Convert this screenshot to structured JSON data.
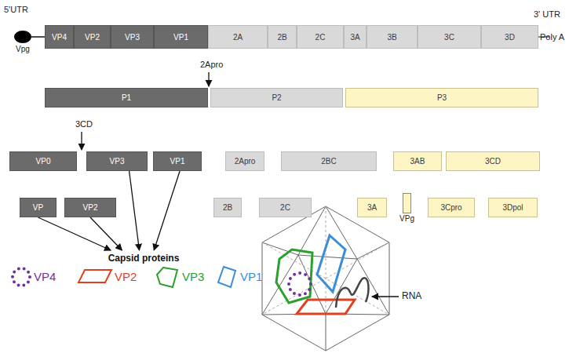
{
  "diagram": {
    "nodes": [
      {
        "text": [
          "Vpg"
        ]
      },
      {
        "text": [
          "VP4"
        ]
      },
      {
        "text": [
          "VP2"
        ]
      },
      {
        "text": [
          "VP3"
        ]
      },
      {
        "text": [
          "VP1"
        ]
      },
      {
        "text": [
          "2A"
        ]
      },
      {
        "text": [
          "2B"
        ]
      },
      {
        "text": [
          "2C"
        ]
      },
      {
        "text": [
          "3A"
        ]
      },
      {
        "text": [
          "3B"
        ]
      },
      {
        "text": [
          "3C"
        ]
      },
      {
        "text": [
          "3D"
        ]
      },
      {
        "text": [
          "P1"
        ]
      },
      {
        "text": [
          "P2"
        ]
      },
      {
        "text": [
          "P3"
        ]
      },
      {
        "text": [
          "VP0"
        ]
      },
      {
        "text": [
          "VP3"
        ]
      },
      {
        "text": [
          "VP1"
        ]
      },
      {
        "text": [
          "2Apro"
        ]
      },
      {
        "text": [
          "2BC"
        ]
      },
      {
        "text": [
          "3AB"
        ]
      },
      {
        "text": [
          "3CD"
        ]
      },
      {
        "text": [
          "VP"
        ]
      },
      {
        "text": [
          "VP2"
        ]
      },
      {
        "text": [
          "2B"
        ]
      },
      {
        "text": [
          "2C"
        ]
      },
      {
        "text": [
          "3A"
        ]
      },
      {
        "text": [
          "VPg"
        ]
      },
      {
        "text": [
          "3Cpro"
        ]
      },
      {
        "text": [
          "3Dpol"
        ]
      },
      {
        "text": [
          "Capsid proteins"
        ]
      }
    ],
    "edges": [
      {
        "from": 0,
        "to": 1,
        "arrow": "none"
      },
      {
        "from": 22,
        "to": 30,
        "arrow": "to"
      },
      {
        "from": 23,
        "to": 30,
        "arrow": "to"
      },
      {
        "from": 16,
        "to": 30,
        "arrow": "to"
      },
      {
        "from": 17,
        "to": 30,
        "arrow": "to"
      }
    ],
    "labels": [
      "5'UTR",
      "3' UTR",
      "Poly A",
      "2Apro",
      "3CD",
      "RNA"
    ],
    "legend": [
      {
        "text": "VP4"
      },
      {
        "text": "VP2"
      },
      {
        "text": "VP3"
      },
      {
        "text": "VP1"
      }
    ]
  }
}
